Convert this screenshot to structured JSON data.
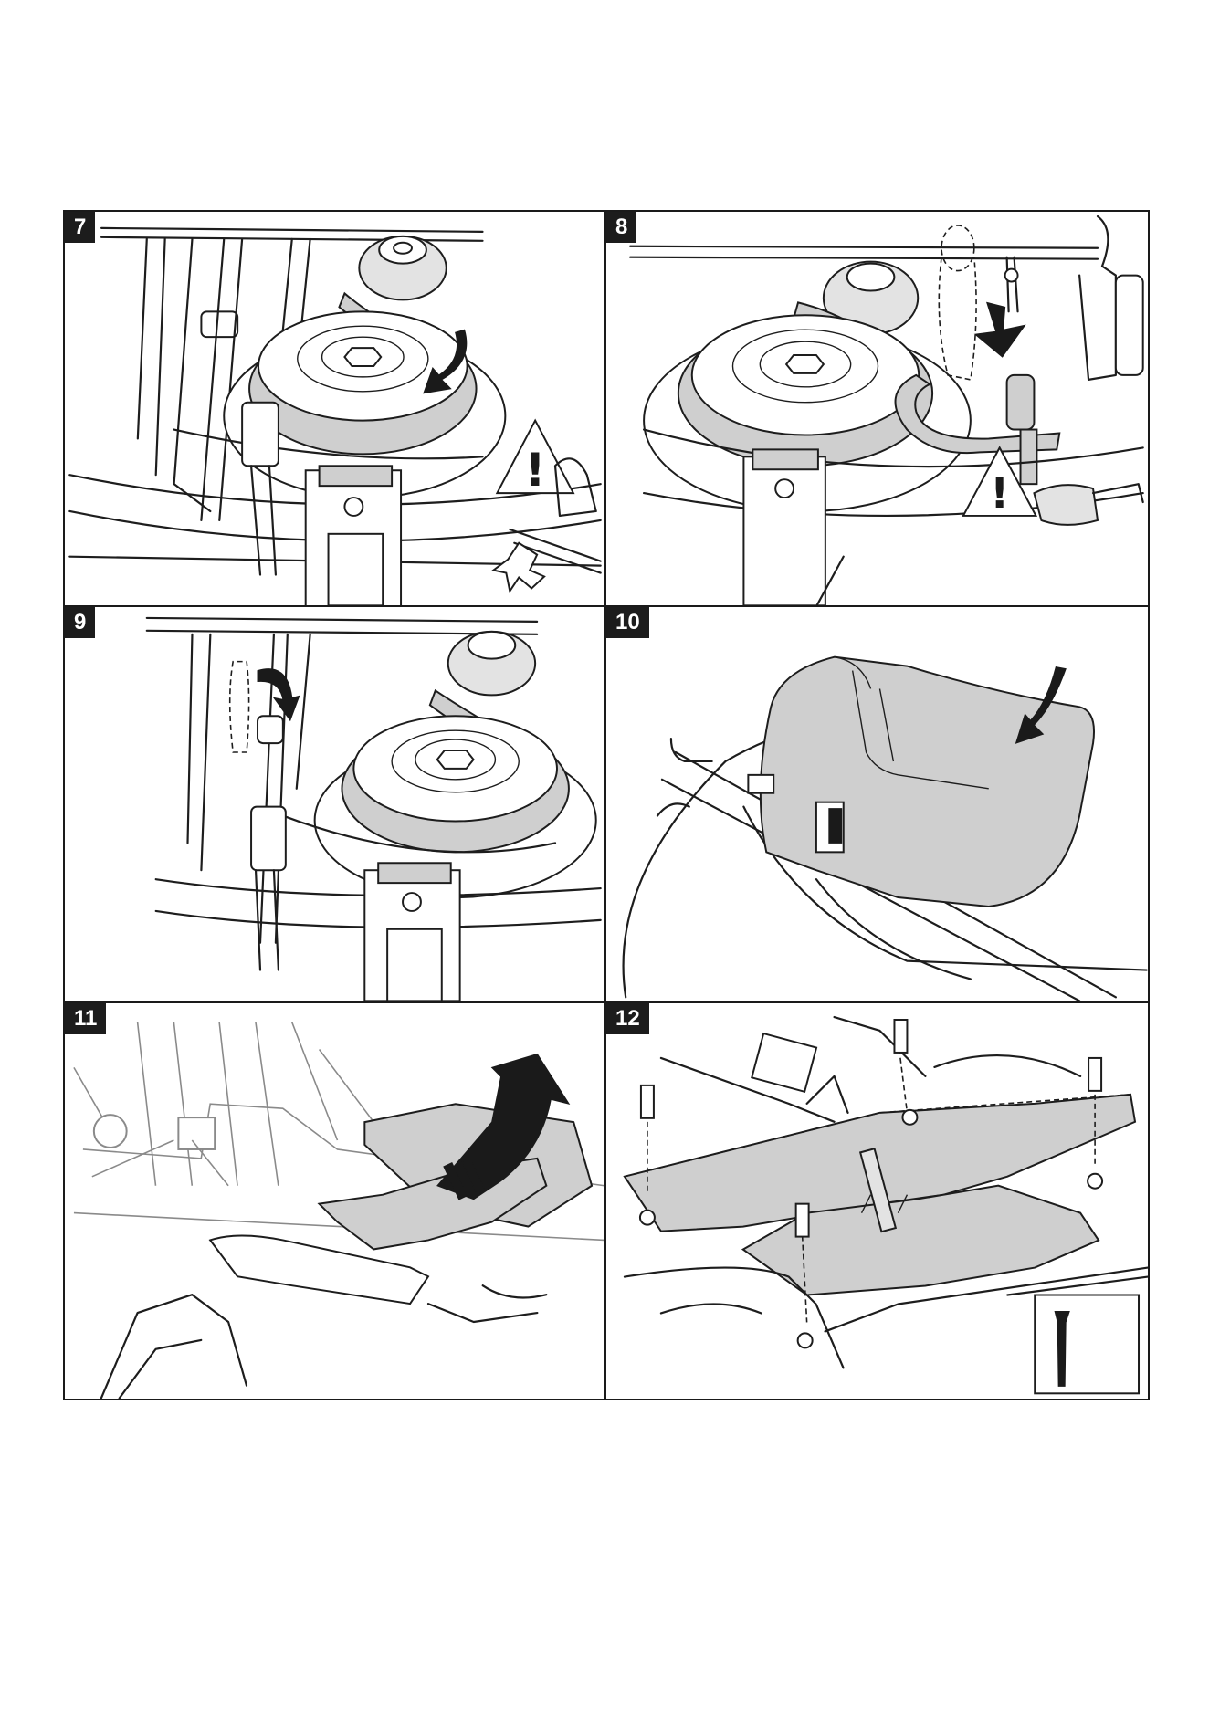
{
  "panels": [
    {
      "number": "7"
    },
    {
      "number": "8"
    },
    {
      "number": "9"
    },
    {
      "number": "10"
    },
    {
      "number": "11"
    },
    {
      "number": "12"
    }
  ]
}
